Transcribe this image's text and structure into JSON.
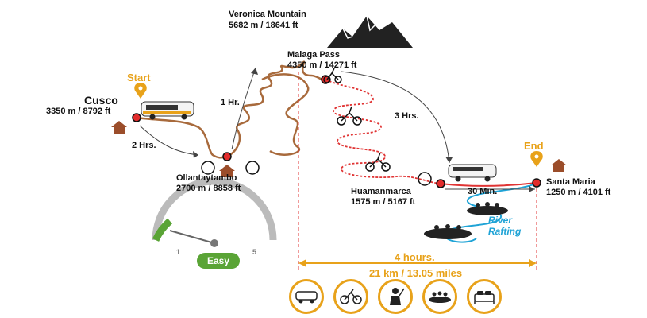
{
  "peak": {
    "name": "Veronica Mountain",
    "elev": "5682 m / 18641 ft"
  },
  "pass": {
    "name": "Malaga Pass",
    "elev": "4350 m / 14271 ft"
  },
  "cusco": {
    "badge": "Start",
    "name": "Cusco",
    "elev": "3350 m / 8792 ft"
  },
  "ollantaytambo": {
    "name": "Ollantaytambo",
    "elev": "2700 m / 8858 ft"
  },
  "huamanmarca": {
    "name": "Huamanmarca",
    "elev": "1575 m / 5167 ft"
  },
  "santa_maria": {
    "badge": "End",
    "name": "Santa Maria",
    "elev": "1250 m / 4101 ft"
  },
  "durations": {
    "leg1": "2 Hrs.",
    "leg2": "1 Hr.",
    "leg3": "3 Hrs.",
    "leg4": "30 Min."
  },
  "rafting": {
    "line1": "River",
    "line2": "Rafting"
  },
  "total": {
    "time": "4 hours.",
    "distance": "21 km / 13.05  miles"
  },
  "difficulty": {
    "label": "Easy",
    "min": "1",
    "max": "5"
  },
  "activities": [
    "van-icon",
    "biking-icon",
    "guide-icon",
    "rafting-icon",
    "hotel-icon"
  ],
  "colors": {
    "accent": "#e8a21a",
    "marker": "#e22b2b",
    "route_road": "#a86a3c",
    "route_bike": "#e03434",
    "river": "#1fa3d6"
  }
}
